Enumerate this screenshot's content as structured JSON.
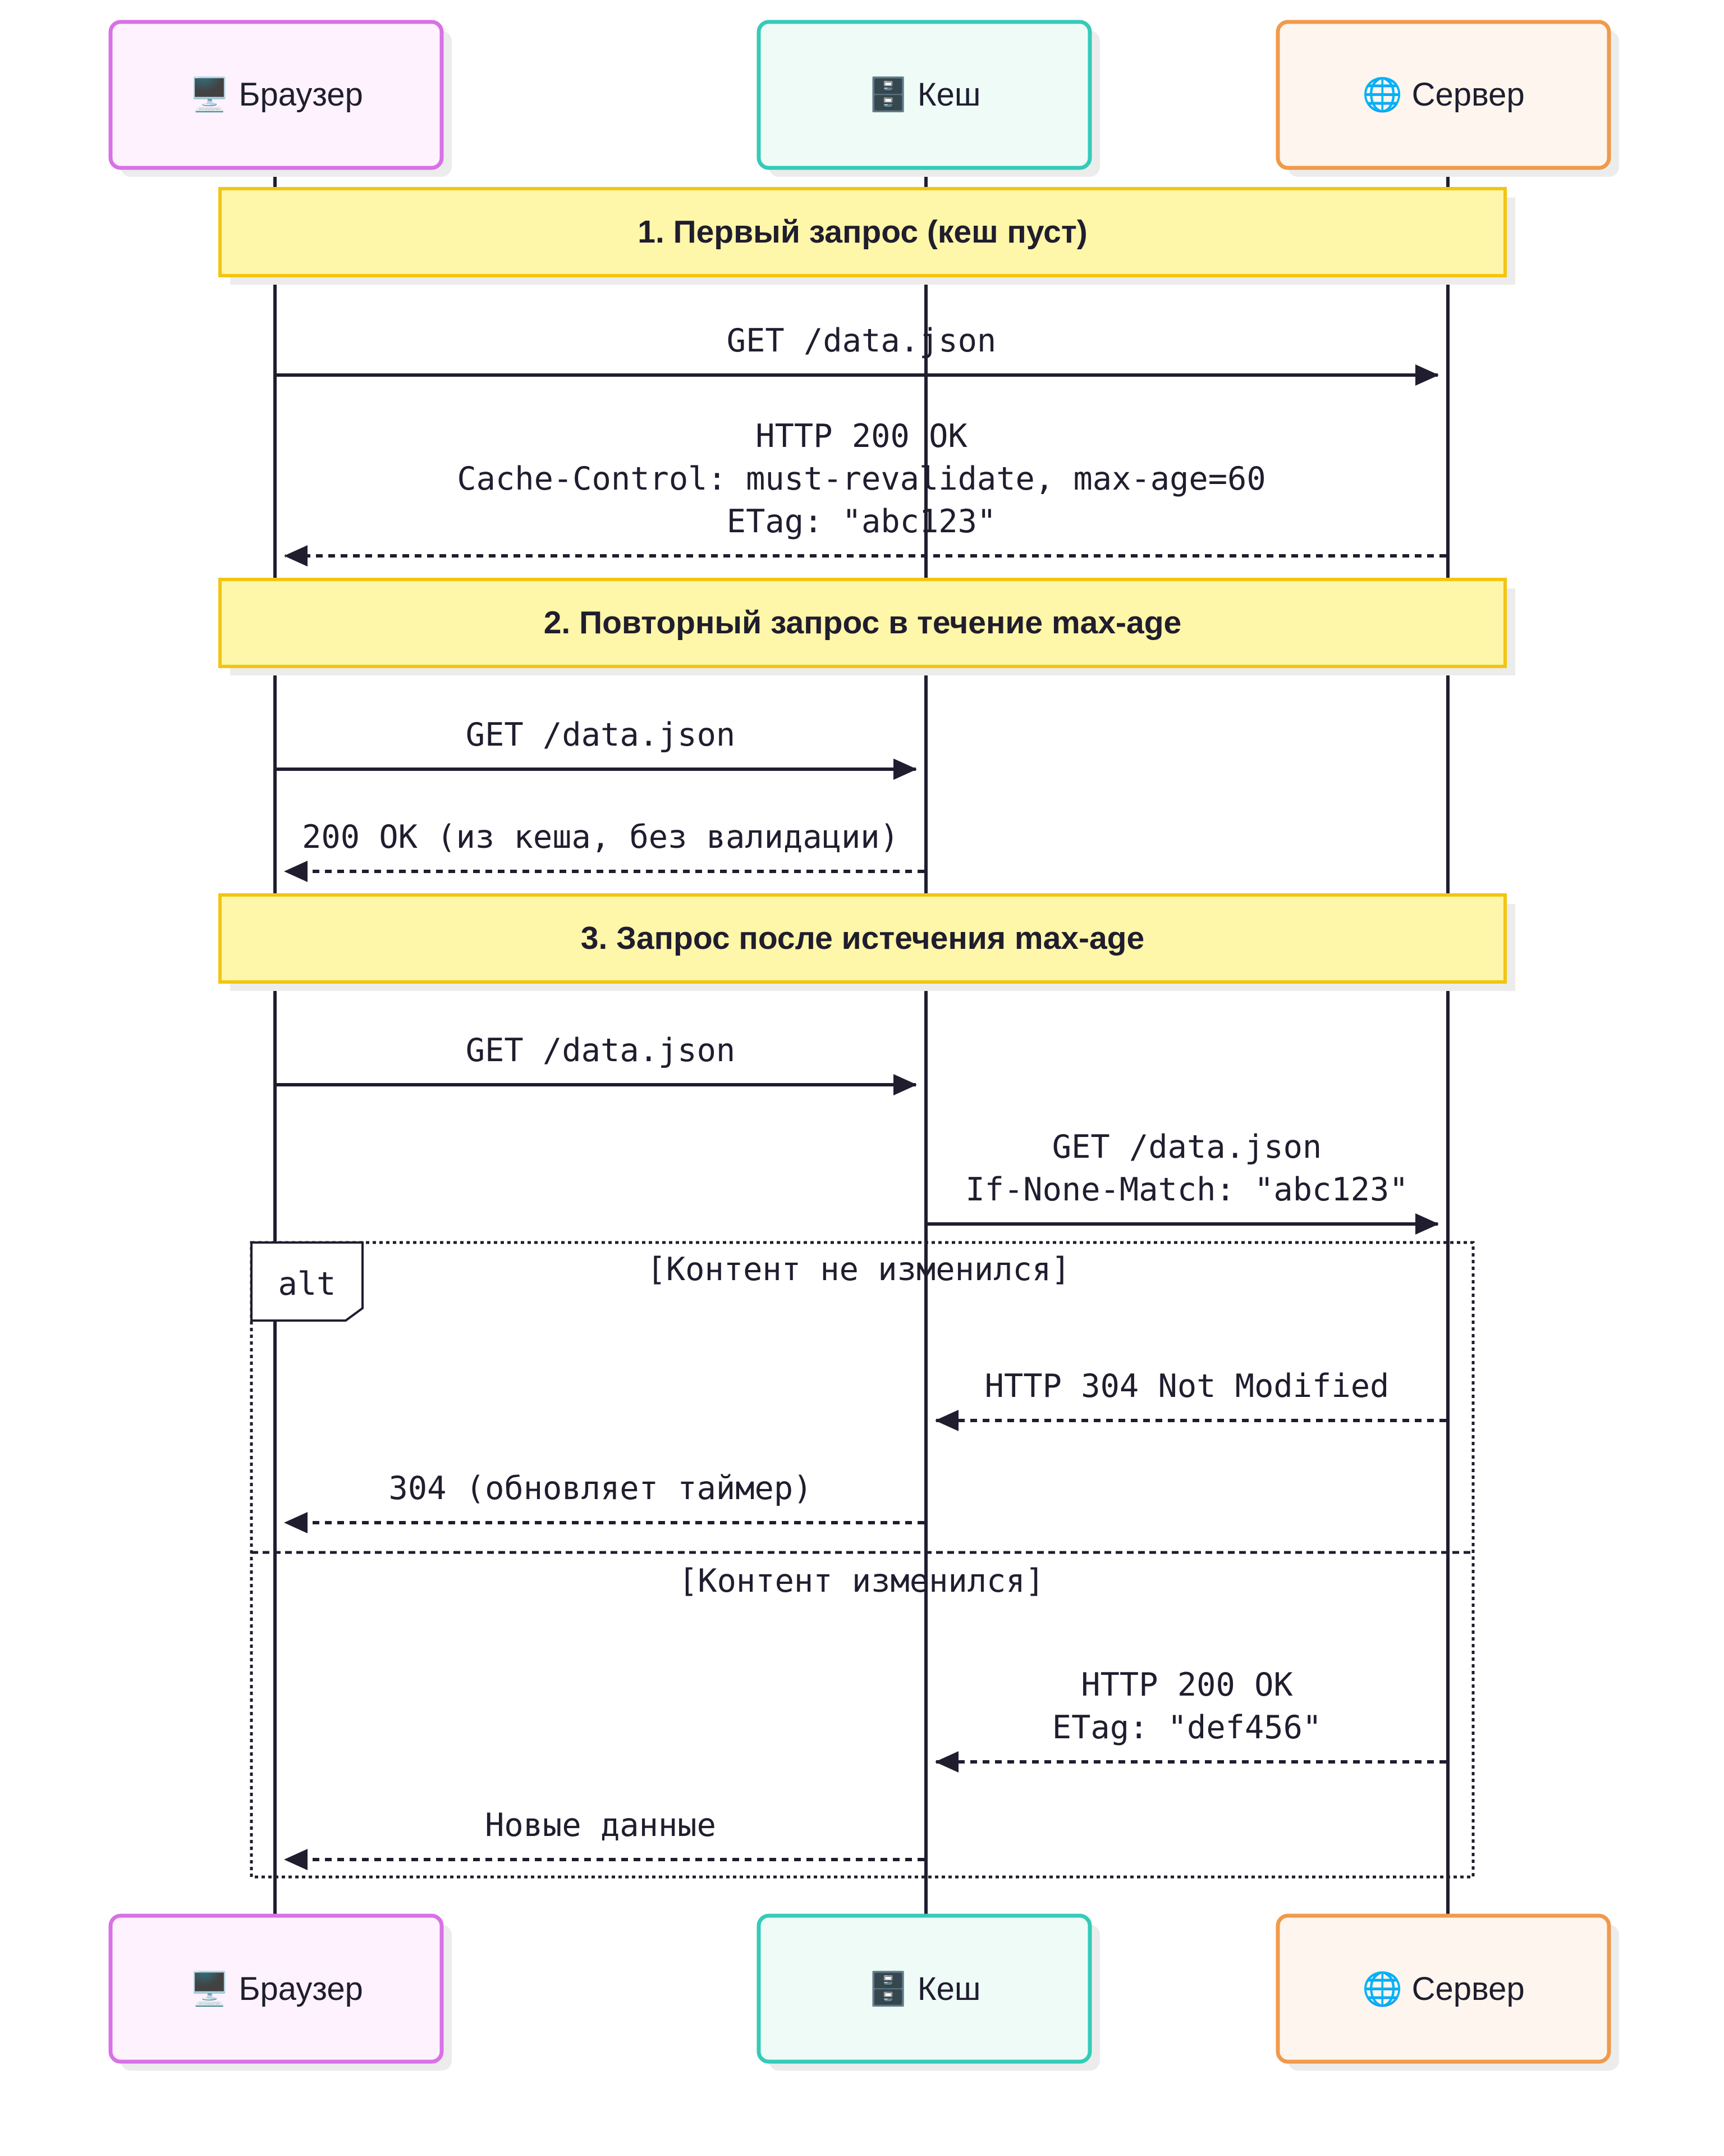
{
  "participants": [
    {
      "id": "browser",
      "icon": "🖥️",
      "label": "Браузер",
      "fill": "#fdf2fd",
      "stroke": "#d871e6"
    },
    {
      "id": "cache",
      "icon": "🗄️",
      "label": "Кеш",
      "fill": "#eefbf7",
      "stroke": "#35cbb8"
    },
    {
      "id": "server",
      "icon": "🌐",
      "label": "Сервер",
      "fill": "#fef6ee",
      "stroke": "#f09a4c"
    }
  ],
  "notes": [
    "1. Первый запрос (кеш пуст)",
    "2. Повторный запрос в течение max-age",
    "3. Запрос после истечения max-age"
  ],
  "messages": [
    {
      "from": "browser",
      "to": "server",
      "style": "solid",
      "lines": [
        "GET /data.json"
      ]
    },
    {
      "from": "server",
      "to": "browser",
      "style": "dashed",
      "lines": [
        "HTTP 200 OK",
        "Cache-Control: must-revalidate, max-age=60",
        "ETag: \"abc123\""
      ]
    },
    {
      "from": "browser",
      "to": "cache",
      "style": "solid",
      "lines": [
        "GET /data.json"
      ]
    },
    {
      "from": "cache",
      "to": "browser",
      "style": "dashed",
      "lines": [
        "200 OK (из кеша, без валидации)"
      ]
    },
    {
      "from": "browser",
      "to": "cache",
      "style": "solid",
      "lines": [
        "GET /data.json"
      ]
    },
    {
      "from": "cache",
      "to": "server",
      "style": "solid",
      "lines": [
        "GET /data.json",
        "If-None-Match: \"abc123\""
      ]
    },
    {
      "from": "server",
      "to": "cache",
      "style": "dashed",
      "lines": [
        "HTTP 304 Not Modified"
      ]
    },
    {
      "from": "cache",
      "to": "browser",
      "style": "dashed",
      "lines": [
        "304 (обновляет таймер)"
      ]
    },
    {
      "from": "server",
      "to": "cache",
      "style": "dashed",
      "lines": [
        "HTTP 200 OK",
        "ETag: \"def456\""
      ]
    },
    {
      "from": "cache",
      "to": "browser",
      "style": "dashed",
      "lines": [
        "Новые данные"
      ]
    }
  ],
  "alt": {
    "label": "alt",
    "conditions": [
      "[Контент не изменился]",
      "[Контент изменился]"
    ]
  },
  "colors": {
    "line": "#1f1d2e",
    "note_fill": "#fef6a8",
    "note_stroke": "#f2c511",
    "shadow": "#ececec"
  }
}
